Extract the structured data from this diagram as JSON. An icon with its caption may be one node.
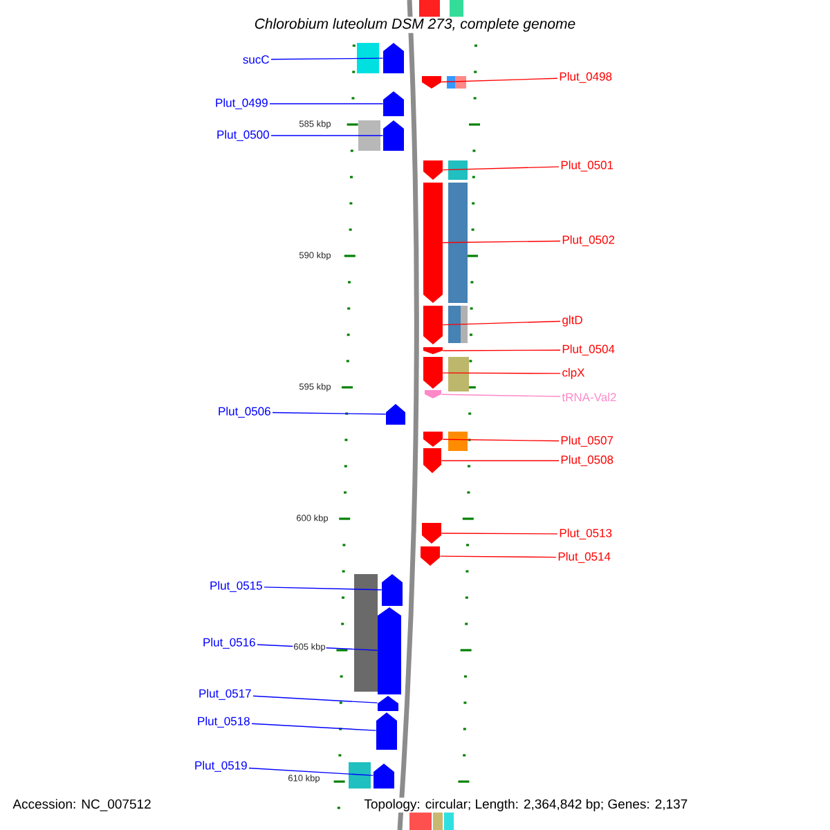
{
  "diagram": {
    "title": "Chlorobium luteolum DSM 273, complete genome",
    "nodes": [
      {
        "text": [
          "sucC"
        ]
      },
      {
        "text": [],
        "shape": "pentagon"
      },
      {
        "text": [
          "Plut_0499"
        ]
      },
      {
        "text": [],
        "shape": "pentagon"
      },
      {
        "text": [
          "Plut_0500"
        ]
      },
      {
        "text": [],
        "shape": "pentagon"
      },
      {
        "text": [
          "Plut_0506"
        ]
      },
      {
        "text": [],
        "shape": "pentagon"
      },
      {
        "text": [
          "Plut_0515"
        ]
      },
      {
        "text": [],
        "shape": "pentagon"
      },
      {
        "text": [
          "Plut_0516"
        ]
      },
      {
        "text": [],
        "shape": "pentagon"
      },
      {
        "text": [
          "Plut_0517"
        ]
      },
      {
        "text": [],
        "shape": "pentagon"
      },
      {
        "text": [
          "Plut_0518"
        ]
      },
      {
        "text": [],
        "shape": "pentagon"
      },
      {
        "text": [
          "Plut_0519"
        ]
      },
      {
        "text": [],
        "shape": "pentagon"
      },
      {
        "text": [
          "Plut_0498"
        ]
      },
      {
        "text": [],
        "shape": "pentagon"
      },
      {
        "text": [
          "Plut_0501"
        ]
      },
      {
        "text": [],
        "shape": "pentagon"
      },
      {
        "text": [
          "Plut_0502"
        ]
      },
      {
        "text": [],
        "shape": "pentagon"
      },
      {
        "text": [
          "gltD"
        ]
      },
      {
        "text": [],
        "shape": "pentagon"
      },
      {
        "text": [
          "Plut_0504"
        ]
      },
      {
        "text": [],
        "shape": "pentagon"
      },
      {
        "text": [
          "clpX"
        ]
      },
      {
        "text": [],
        "shape": "pentagon"
      },
      {
        "text": [
          "tRNA-Val2"
        ]
      },
      {
        "text": [],
        "shape": "pentagon"
      },
      {
        "text": [
          "Plut_0507"
        ]
      },
      {
        "text": [],
        "shape": "pentagon"
      },
      {
        "text": [
          "Plut_0508"
        ]
      },
      {
        "text": [],
        "shape": "pentagon"
      },
      {
        "text": [
          "Plut_0513"
        ]
      },
      {
        "text": [],
        "shape": "pentagon"
      },
      {
        "text": [
          "Plut_0514"
        ]
      },
      {
        "text": [],
        "shape": "pentagon"
      }
    ],
    "edges": [
      {
        "from": 0,
        "to": 1,
        "arrow": "none",
        "color": "#0000ff"
      },
      {
        "from": 2,
        "to": 3,
        "arrow": "none",
        "color": "#0000ff"
      },
      {
        "from": 4,
        "to": 5,
        "arrow": "none",
        "color": "#0000ff"
      },
      {
        "from": 6,
        "to": 7,
        "arrow": "none",
        "color": "#0000ff"
      },
      {
        "from": 8,
        "to": 9,
        "arrow": "none",
        "color": "#0000ff"
      },
      {
        "from": 10,
        "to": 11,
        "arrow": "none",
        "color": "#0000ff"
      },
      {
        "from": 12,
        "to": 13,
        "arrow": "none",
        "color": "#0000ff"
      },
      {
        "from": 14,
        "to": 15,
        "arrow": "none",
        "color": "#0000ff"
      },
      {
        "from": 16,
        "to": 17,
        "arrow": "none",
        "color": "#0000ff"
      },
      {
        "from": 18,
        "to": 19,
        "arrow": "none"
      },
      {
        "from": 20,
        "to": 21,
        "arrow": "none"
      },
      {
        "from": 22,
        "to": 23,
        "arrow": "none"
      },
      {
        "from": 24,
        "to": 25,
        "arrow": "none"
      },
      {
        "from": 26,
        "to": 27,
        "arrow": "none"
      },
      {
        "from": 28,
        "to": 29,
        "arrow": "none"
      },
      {
        "from": 30,
        "to": 31,
        "arrow": "none",
        "color": "#ff88c8"
      },
      {
        "from": 32,
        "to": 33,
        "arrow": "none"
      },
      {
        "from": 34,
        "to": 35,
        "arrow": "none"
      },
      {
        "from": 36,
        "to": 37,
        "arrow": "none"
      },
      {
        "from": 38,
        "to": 39,
        "arrow": "none"
      }
    ],
    "labels": [
      "585 kbp",
      "590 kbp",
      "595 kbp",
      "600 kbp",
      "605 kbp",
      "610 kbp",
      "Accession: NC_007512",
      "Topology: circular; Length: 2,364,842 bp; Genes: 2,137"
    ]
  }
}
